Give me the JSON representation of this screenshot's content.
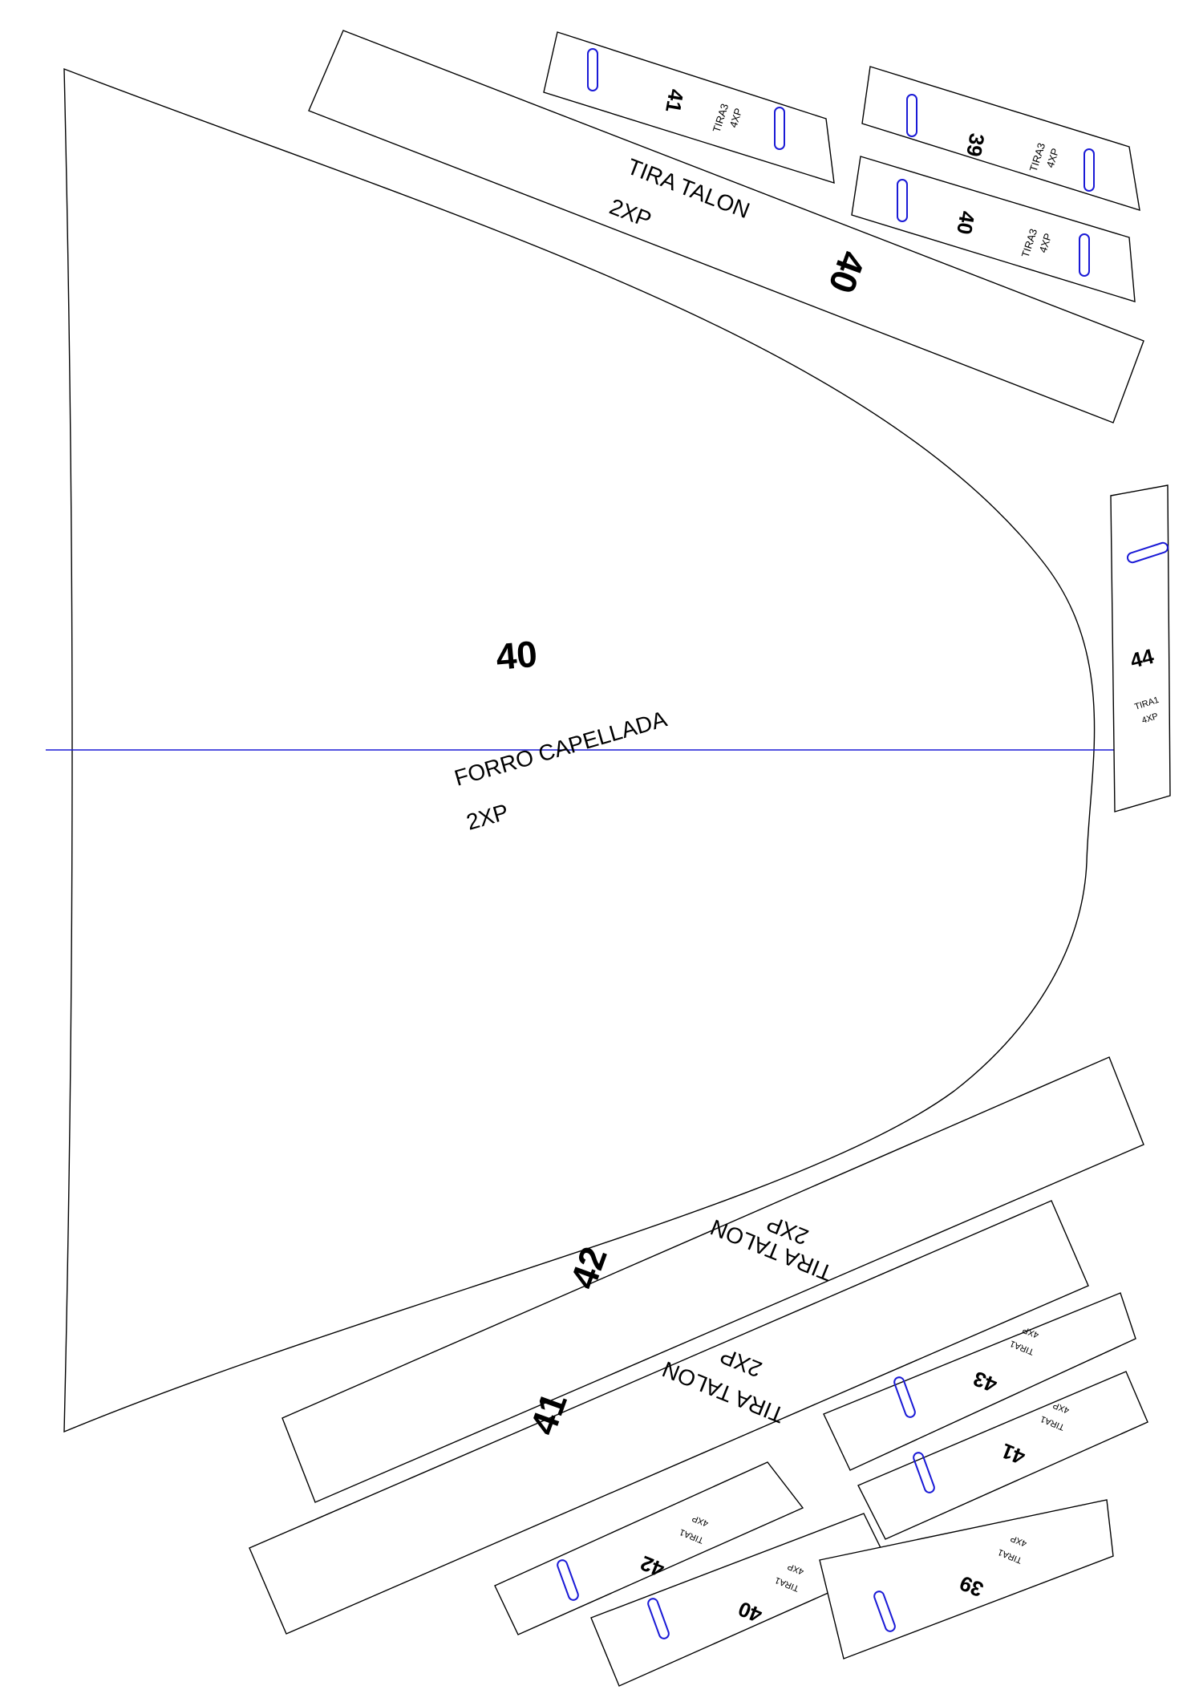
{
  "main_piece": {
    "size": "40",
    "name": "FORRO CAPELLADA",
    "qty": "2XP"
  },
  "tira_talon_top": {
    "size": "40",
    "name": "TIRA TALON",
    "qty": "2XP"
  },
  "tira_talon_42": {
    "size": "42",
    "name": "TIRA TALON",
    "qty": "2XP"
  },
  "tira_talon_41": {
    "size": "41",
    "name": "TIRA TALON",
    "qty": "2XP"
  },
  "tira3_41": {
    "size": "41",
    "name": "TIRA3",
    "qty": "4XP"
  },
  "tira3_39": {
    "size": "39",
    "name": "TIRA3",
    "qty": "4XP"
  },
  "tira3_40": {
    "size": "40",
    "name": "TIRA3",
    "qty": "4XP"
  },
  "tira1_44": {
    "size": "44",
    "name": "TIRA1",
    "qty": "4XP"
  },
  "tira1_43": {
    "size": "43",
    "name": "TIRA1",
    "qty": "4XP"
  },
  "tira1_41": {
    "size": "41",
    "name": "TIRA1",
    "qty": "4XP"
  },
  "tira1_42": {
    "size": "42",
    "name": "TIRA1",
    "qty": "4XP"
  },
  "tira1_40": {
    "size": "40",
    "name": "TIRA1",
    "qty": "4XP"
  },
  "tira1_39": {
    "size": "39",
    "name": "TIRA1",
    "qty": "4XP"
  },
  "colors": {
    "outline": "#000000",
    "guide": "#1a1ad6"
  }
}
